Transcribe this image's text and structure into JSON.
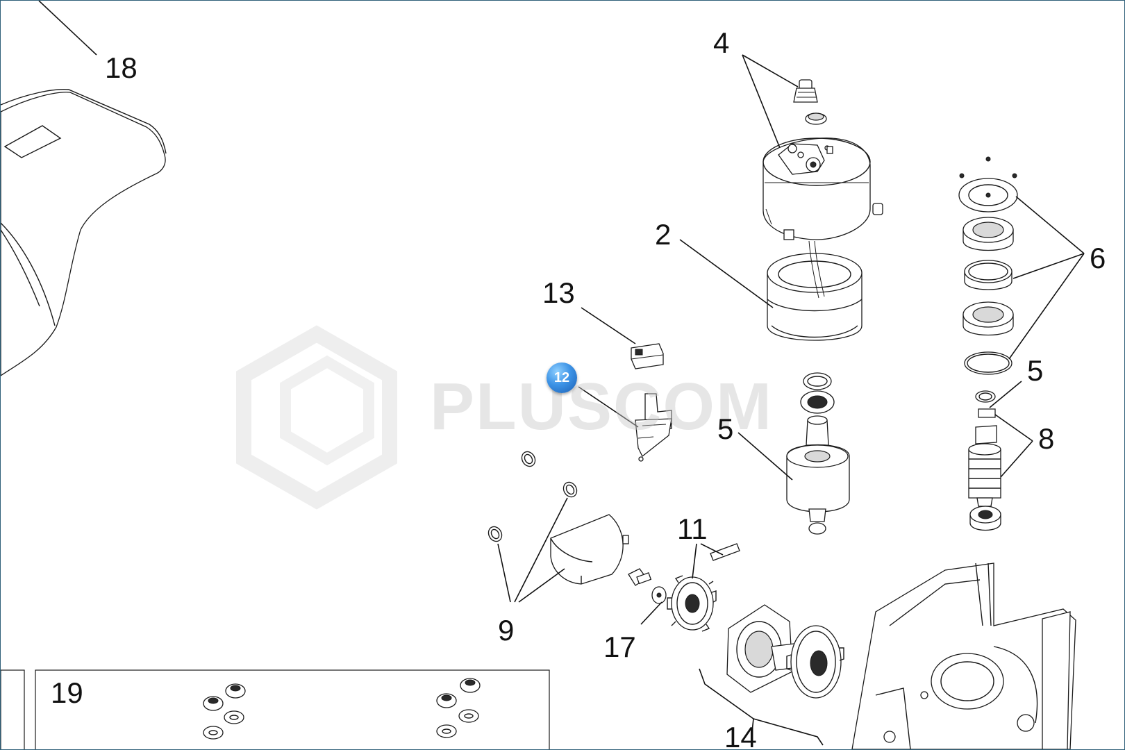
{
  "callouts": {
    "c18": "18",
    "c4": "4",
    "c2": "2",
    "c6": "6",
    "c13": "13",
    "c5a": "5",
    "c5b": "5",
    "c8": "8",
    "c11": "11",
    "c9": "9",
    "c17": "17",
    "c19": "19",
    "c14": "14"
  },
  "highlight_badge": "12",
  "watermark": "PLUSCOM",
  "colors": {
    "frame_border": "#2e5f78",
    "badge": "#3d93e6",
    "line": "#1a1a1a"
  }
}
